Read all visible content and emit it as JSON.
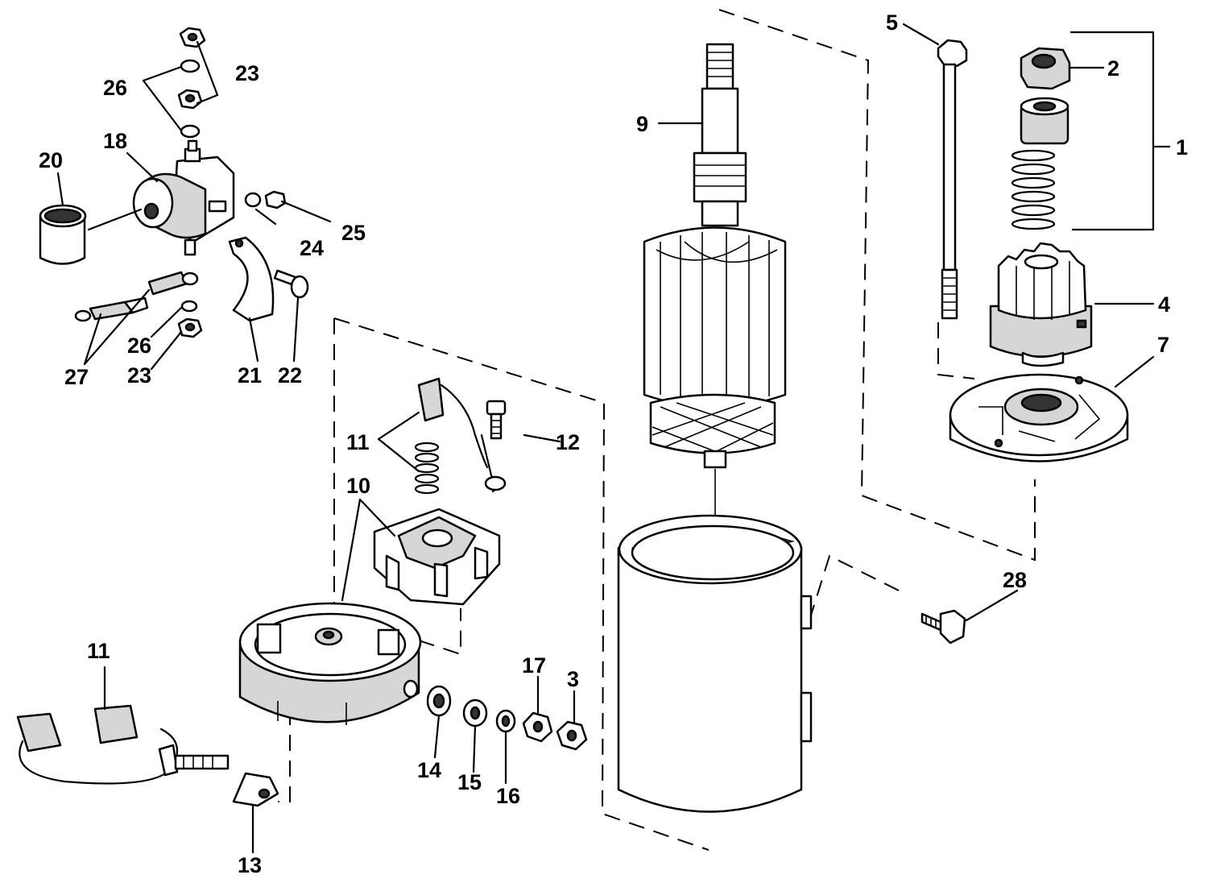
{
  "callouts": [
    {
      "id": "1",
      "text": "1"
    },
    {
      "id": "2",
      "text": "2"
    },
    {
      "id": "3",
      "text": "3"
    },
    {
      "id": "4",
      "text": "4"
    },
    {
      "id": "5",
      "text": "5"
    },
    {
      "id": "7",
      "text": "7"
    },
    {
      "id": "9",
      "text": "9"
    },
    {
      "id": "10",
      "text": "10"
    },
    {
      "id": "11a",
      "text": "11"
    },
    {
      "id": "11b",
      "text": "11"
    },
    {
      "id": "12",
      "text": "12"
    },
    {
      "id": "13",
      "text": "13"
    },
    {
      "id": "14",
      "text": "14"
    },
    {
      "id": "15",
      "text": "15"
    },
    {
      "id": "16",
      "text": "16"
    },
    {
      "id": "17",
      "text": "17"
    },
    {
      "id": "18",
      "text": "18"
    },
    {
      "id": "20",
      "text": "20"
    },
    {
      "id": "21",
      "text": "21"
    },
    {
      "id": "22",
      "text": "22"
    },
    {
      "id": "23a",
      "text": "23"
    },
    {
      "id": "23b",
      "text": "23"
    },
    {
      "id": "24",
      "text": "24"
    },
    {
      "id": "25",
      "text": "25"
    },
    {
      "id": "26a",
      "text": "26"
    },
    {
      "id": "26b",
      "text": "26"
    },
    {
      "id": "27",
      "text": "27"
    },
    {
      "id": "28",
      "text": "28"
    }
  ],
  "colors": {
    "ink": "#000000",
    "paper": "#ffffff"
  }
}
